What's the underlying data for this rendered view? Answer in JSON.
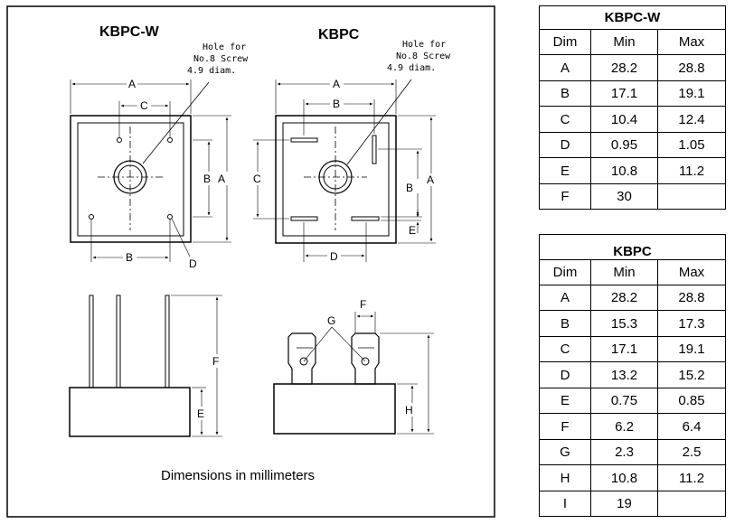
{
  "drawing": {
    "kbpcw_title": "KBPC-W",
    "kbpc_title": "KBPC",
    "hole_note_w": [
      "Hole for",
      "No.8 Screw",
      "4.9 diam."
    ],
    "hole_note_k": [
      "Hole for",
      "No.8 Screw",
      "4.9 diam."
    ],
    "caption": "Dimensions in millimeters",
    "labels_w_top": {
      "A": "A",
      "C": "C",
      "B_right": "B",
      "A_right": "A",
      "B_bottom": "B",
      "D": "D"
    },
    "labels_w_side": {
      "F": "F",
      "E": "E"
    },
    "labels_k_top": {
      "A": "A",
      "B": "B",
      "C": "C",
      "B_right": "B",
      "A_right": "A",
      "E": "E",
      "D": "D"
    },
    "labels_k_side": {
      "F": "F",
      "G": "G",
      "H": "H"
    }
  },
  "tables": {
    "kbpcw": {
      "title": "KBPC-W",
      "headers": [
        "Dim",
        "Min",
        "Max"
      ],
      "rows": [
        [
          "A",
          "28.2",
          "28.8"
        ],
        [
          "B",
          "17.1",
          "19.1"
        ],
        [
          "C",
          "10.4",
          "12.4"
        ],
        [
          "D",
          "0.95",
          "1.05"
        ],
        [
          "E",
          "10.8",
          "11.2"
        ],
        [
          "F",
          "30",
          ""
        ]
      ]
    },
    "kbpc": {
      "title": "KBPC",
      "headers": [
        "Dim",
        "Min",
        "Max"
      ],
      "rows": [
        [
          "A",
          "28.2",
          "28.8"
        ],
        [
          "B",
          "15.3",
          "17.3"
        ],
        [
          "C",
          "17.1",
          "19.1"
        ],
        [
          "D",
          "13.2",
          "15.2"
        ],
        [
          "E",
          "0.75",
          "0.85"
        ],
        [
          "F",
          "6.2",
          "6.4"
        ],
        [
          "G",
          "2.3",
          "2.5"
        ],
        [
          "H",
          "10.8",
          "11.2"
        ],
        [
          "I",
          "19",
          ""
        ]
      ]
    }
  }
}
